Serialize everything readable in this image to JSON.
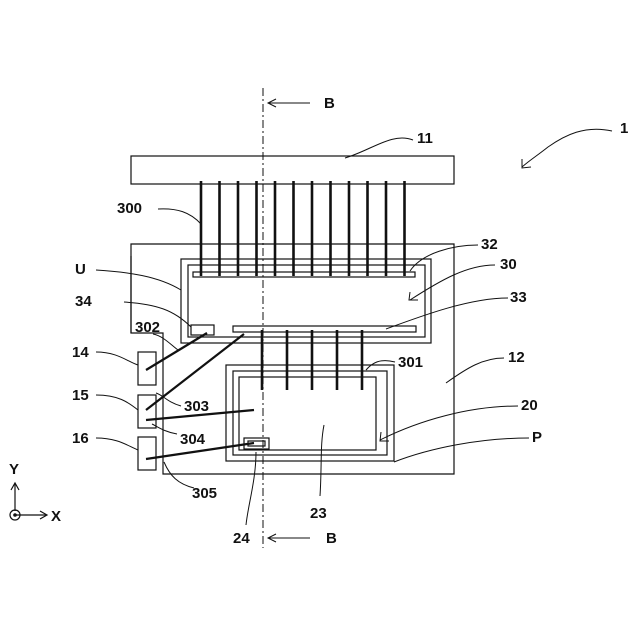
{
  "figure": {
    "labels": {
      "device": "1",
      "section_marker": "B",
      "upper_substrate": "11",
      "lower_substrate": "12",
      "terminal_a": "14",
      "terminal_b": "15",
      "terminal_c": "16",
      "lower_block": "20",
      "lower_inner_region": "23",
      "lower_pad": "24",
      "upper_block": "30",
      "upper_top_strip": "32",
      "upper_bottom_strip": "33",
      "upper_pad": "34",
      "upper_lead_group": "300",
      "lower_lead_group": "301",
      "wire_302": "302",
      "wire_303": "303",
      "wire_304": "304",
      "wire_305": "305",
      "region_u": "U",
      "region_p": "P",
      "axis_y": "Y",
      "axis_x": "X"
    },
    "colors": {
      "line": "#111111",
      "background": "#ffffff"
    }
  }
}
